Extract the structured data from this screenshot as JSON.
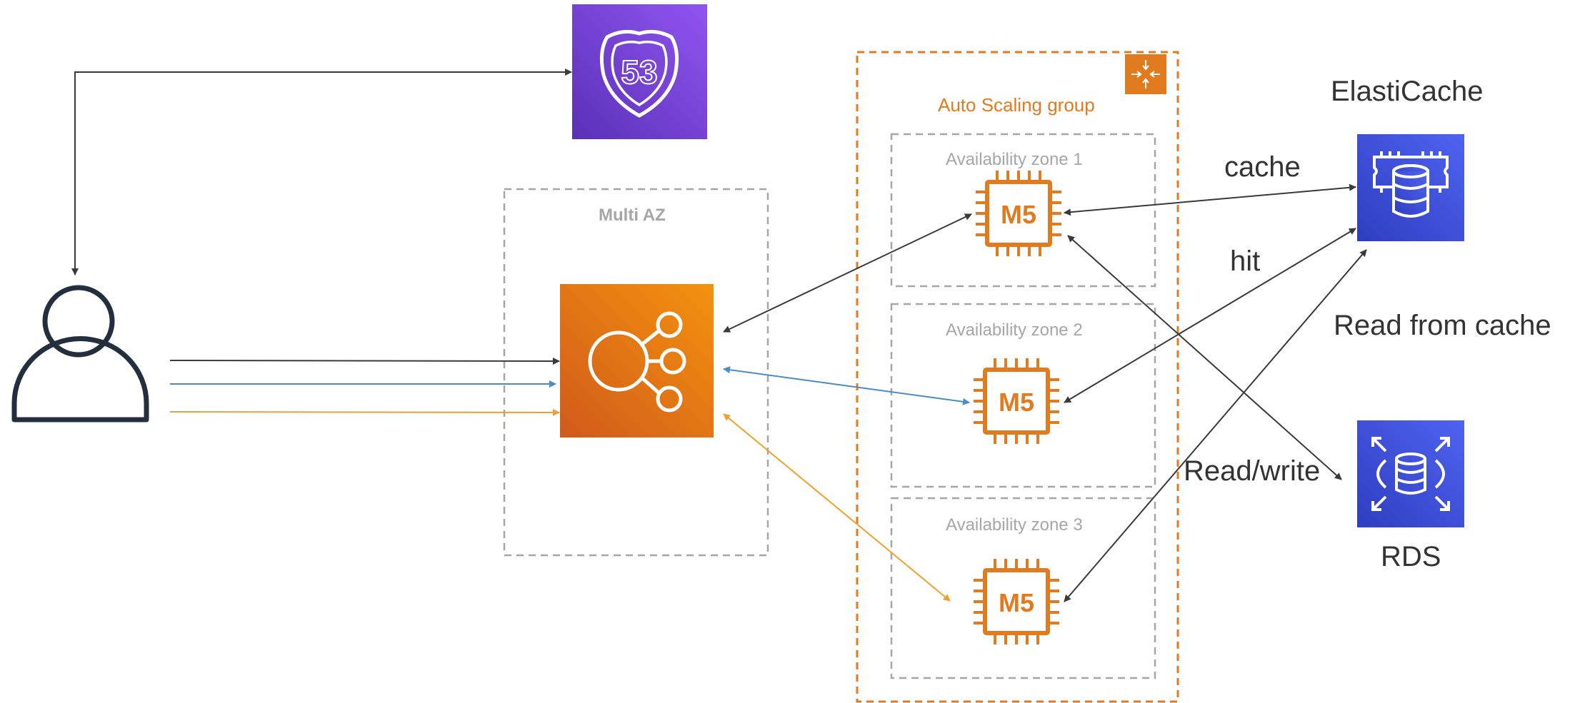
{
  "diagram": {
    "multi_az_label": "Multi AZ",
    "asg_label": "Auto Scaling group",
    "zones": [
      {
        "label": "Availability zone 1",
        "instance": "M5"
      },
      {
        "label": "Availability zone 2",
        "instance": "M5"
      },
      {
        "label": "Availability zone 3",
        "instance": "M5"
      }
    ],
    "elasticache_label": "ElastiCache",
    "rds_label": "RDS",
    "edge_labels": {
      "cache": "cache",
      "hit": "hit",
      "read_from_cache": "Read from cache",
      "read_write": "Read/write"
    },
    "route53_number": "53",
    "icons": {
      "user": "user-icon",
      "route53": "route53-icon",
      "elb": "load-balancer-icon",
      "asg": "auto-scaling-icon",
      "ec2": "ec2-m5-chip-icon",
      "elasticache": "elasticache-icon",
      "rds": "rds-icon"
    },
    "colors": {
      "orange": "#e07b1f",
      "blue_line": "#4a8bc9",
      "yellow_line": "#f1a12b",
      "dark_line": "#3a3a3a",
      "purple": "#7a45e2",
      "aws_blue": "#3b48cc",
      "grey_border": "#a6a6a6"
    }
  }
}
